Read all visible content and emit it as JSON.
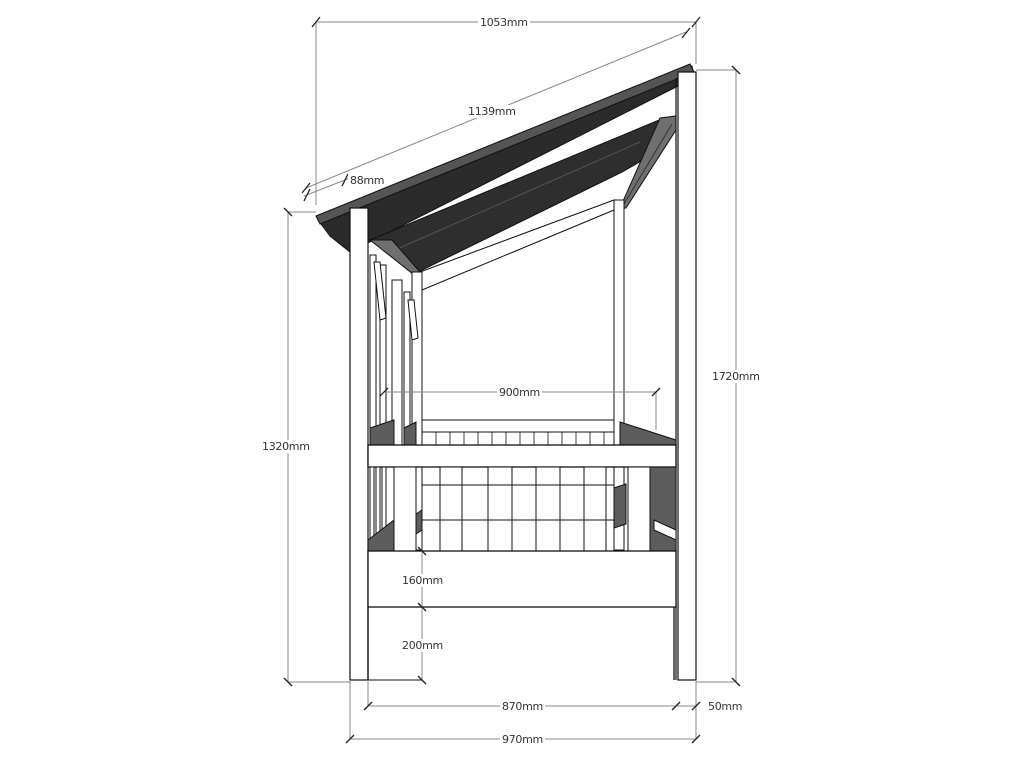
{
  "diagram": {
    "type": "technical-drawing",
    "subject": "house bed frame front elevation",
    "colors": {
      "line": "#1a1a1a",
      "dimension_line": "#8a8a8a",
      "roof_dark": "#2b2b2b",
      "roof_mid": "#4a4a4a",
      "gable_gray": "#6f6f6f",
      "panel_gray": "#5d5d5d",
      "fill_white": "#ffffff"
    },
    "dimensions": {
      "overall_width_top": "1053mm",
      "roof_slope_length": "1139mm",
      "roof_thickness": "88mm",
      "post_height_low": "1320mm",
      "post_height_high": "1720mm",
      "mattress_width": "900mm",
      "rail_height": "160mm",
      "floor_clearance": "200mm",
      "inner_width": "870mm",
      "post_width": "50mm",
      "overall_width_bottom": "970mm"
    }
  }
}
